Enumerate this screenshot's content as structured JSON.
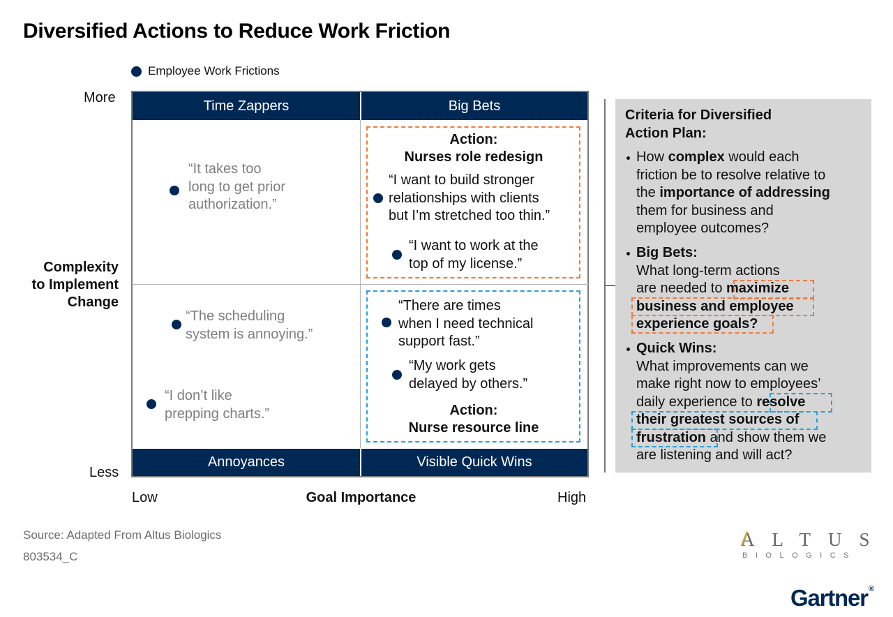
{
  "title": "Diversified Actions to Reduce Work Friction",
  "legend": {
    "label": "Employee Work Frictions",
    "color": "#002855"
  },
  "axes": {
    "y_top": "More",
    "y_bottom": "Less",
    "y_label_lines": [
      "Complexity",
      "to Implement",
      "Change"
    ],
    "x_left": "Low",
    "x_right": "High",
    "x_label": "Goal Importance"
  },
  "quadrants": {
    "time_zappers": "Time Zappers",
    "big_bets": "Big Bets",
    "annoyances": "Annoyances",
    "visible_quick_wins": "Visible Quick Wins"
  },
  "quotes": {
    "prior_auth": [
      "“It takes too",
      "long to get prior",
      "authorization.”"
    ],
    "relationships": [
      "“I want to build stronger",
      "relationships with clients",
      "but I’m stretched too thin.”"
    ],
    "top_license": [
      "“I want to work at the",
      "top of my license.”"
    ],
    "scheduling": [
      "“The scheduling",
      "system is annoying.”"
    ],
    "technical_support": [
      "“There are times",
      "when I need technical",
      "support fast.”"
    ],
    "delayed": [
      "“My work gets",
      "delayed by others.”"
    ],
    "charts": [
      "“I don’t like",
      "prepping charts.”"
    ]
  },
  "actions": {
    "big_bets": [
      "Action:",
      "Nurses role redesign"
    ],
    "quick_wins": [
      "Action:",
      "Nurse resource line"
    ]
  },
  "criteria": {
    "heading": [
      "Criteria for Diversified",
      "Action Plan:"
    ],
    "b1": {
      "l1a": "How ",
      "l1b": "complex",
      "l1c": " would each",
      "l2": "friction be to resolve relative to",
      "l3a": "the ",
      "l3b": "importance of addressing",
      "l4": "them for business and",
      "l5": "employee outcomes?"
    },
    "b2": {
      "head": "Big Bets:",
      "l1": "What long-term actions",
      "l2a": "are needed to ",
      "l2b": "maximize",
      "l3": "business and employee",
      "l4": "experience goals?"
    },
    "b3": {
      "head": "Quick Wins:",
      "l1": "What improvements can we",
      "l2": "make right now to employees’",
      "l3a": "daily experience to ",
      "l3b": "resolve",
      "l4": "their greatest sources of",
      "l5a": "frustration",
      "l5b": " and show them we",
      "l6": "are listening and will act?"
    }
  },
  "source": "Source: Adapted From Altus Biologics",
  "doc_id": "803534_C",
  "logos": {
    "altus_word": "ALTUS",
    "altus_sub": "BIOLOGICS",
    "gartner": "Gartner"
  },
  "colors": {
    "navy": "#002855",
    "orange_dash": "#ef7d3c",
    "blue_dash": "#2aa0d8",
    "panel_gray": "#d6d6d6",
    "muted_text": "#7f7f7f"
  }
}
